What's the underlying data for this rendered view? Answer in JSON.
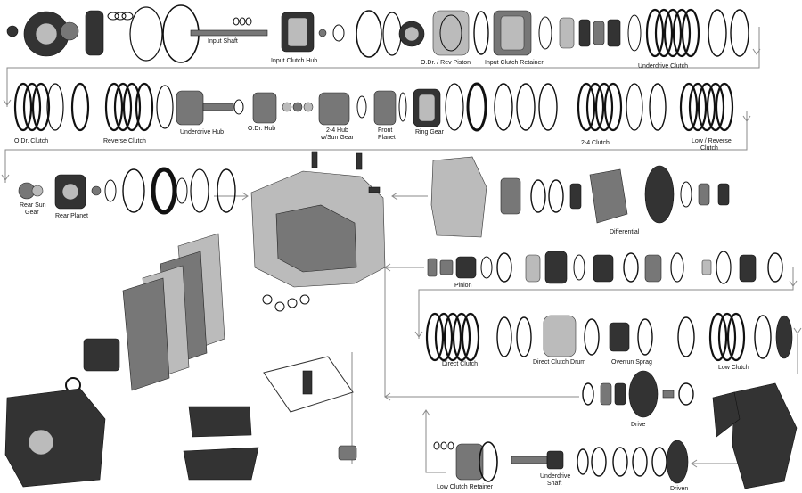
{
  "diagram": {
    "labels": {
      "input_shaft": "Input Shaft",
      "input_clutch_hub": "Input Clutch Hub",
      "odr_rev_piston": "O.Dr. / Rev Piston",
      "input_clutch_retainer": "Input Clutch Retainer",
      "underdrive_clutch": "Underdrive Clutch",
      "odr_clutch": "O.Dr. Clutch",
      "reverse_clutch": "Reverse Clutch",
      "underdrive_hub": "Underdrive Hub",
      "odr_hub": "O.Dr. Hub",
      "hub_24_l1": "2-4 Hub",
      "hub_24_l2": "w/Sun Gear",
      "front_planet_l1": "Front",
      "front_planet_l2": "Planet",
      "ring_gear": "Ring Gear",
      "clutch_24": "2-4 Clutch",
      "low_reverse_l1": "Low / Reverse",
      "low_reverse_l2": "Clutch",
      "rear_sun_l1": "Rear Sun",
      "rear_sun_l2": "Gear",
      "rear_planet": "Rear Planet",
      "differential": "Differential",
      "pinion": "Pinion",
      "direct_clutch": "Direct Clutch",
      "direct_clutch_drum": "Direct Clutch Drum",
      "overrun_sprag": "Overrun Sprag",
      "low_clutch": "Low Clutch",
      "drive": "Drive",
      "low_clutch_retainer": "Low Clutch Retainer",
      "underdrive_shaft_l1": "Underdrive",
      "underdrive_shaft_l2": "Shaft",
      "driven": "Driven"
    }
  }
}
